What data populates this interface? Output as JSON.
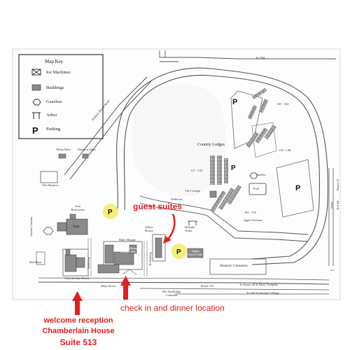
{
  "map_key": {
    "title": "Map Key",
    "items": [
      {
        "label": "Ice Machines",
        "icon": "ice-machine-icon"
      },
      {
        "label": "Buildings",
        "icon": "building-icon"
      },
      {
        "label": "Gazebos",
        "icon": "gazebo-icon"
      },
      {
        "label": "Arbor",
        "icon": "arbor-icon"
      },
      {
        "label": "Parking",
        "icon": "parking-icon"
      }
    ]
  },
  "places": {
    "white_barn": "White Barn",
    "meadow_barn": "Meadow Barn",
    "the_meadow": "The Meadow",
    "publick_house_road": "Publick House Road",
    "country_lodges": "Country Lodges",
    "lodges_149_164": "149 - 164",
    "lodges_133_148": "133 - 148",
    "lodges_117_132": "117 - 132",
    "lodges_101_116": "101 - 116",
    "gazebo": "Gazebo",
    "pool": "Pool",
    "the_cottage": "The Cottage",
    "walkway": "Walkway",
    "hillside_arbor": "Hillside Arbor",
    "apple_orchard": "Apple Orchard",
    "tent_restrooms": "Tent Restrooms",
    "tent": "Tent",
    "garden_gazebo": "Garden Gazebo",
    "red_barn": "Red Barn",
    "chamberlain_house": "Chamberlain House",
    "walkway_2": "Walkway",
    "bake_shoppe": "Bake Shoppe",
    "publick_house_inn": "Publick House Historic Inn",
    "tillyer_house": "Tillyer House",
    "to_parking": "To Parking",
    "apple_grove_cafe": "Apple Grove Cafe",
    "historic_cemetery": "Historic Cemetery",
    "route_131": "Route 131",
    "main_street": "Main Street",
    "sturbridge_common": "The Sturbridge Common",
    "to_route_20": "To Route 20 & Mass Turnpike",
    "to_old_sturbridge": "To Old Sturbridge Village",
    "route_15": "Route 15",
    "to_i84_top": "To I-84",
    "to_i84_right": "To I-84",
    "parking_letter": "P"
  },
  "annotations": {
    "guest_suites": "guest suites",
    "check_in": "check in and dinner location",
    "welcome_line1": "welcome reception",
    "welcome_line2": "Chamberlain House",
    "welcome_line3": "Suite 513"
  },
  "colors": {
    "annotation_red": "#e02020",
    "building_gray": "#8a8a8a",
    "highlight_yellow": "#f3ef7a",
    "road_line": "#555555"
  }
}
